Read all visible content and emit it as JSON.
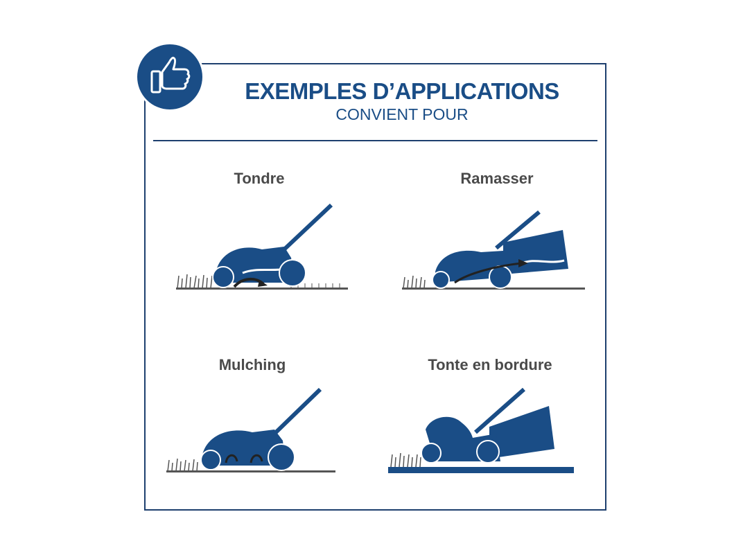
{
  "header": {
    "title": "EXEMPLES D’APPLICATIONS",
    "subtitle": "CONVIENT POUR",
    "badge_icon": "thumbs-up-icon"
  },
  "applications": [
    {
      "label": "Tondre",
      "icon": "lawnmower-mowing-illustration"
    },
    {
      "label": "Ramasser",
      "icon": "lawnmower-collecting-illustration"
    },
    {
      "label": "Mulching",
      "icon": "lawnmower-mulching-illustration"
    },
    {
      "label": "Tonte en bordure",
      "icon": "lawnmower-edge-cutting-illustration"
    }
  ],
  "colors": {
    "brand_blue": "#1a4d86",
    "frame_blue": "#1d3f6e",
    "label_gray": "#4a4a4a",
    "grass": "#555555"
  }
}
